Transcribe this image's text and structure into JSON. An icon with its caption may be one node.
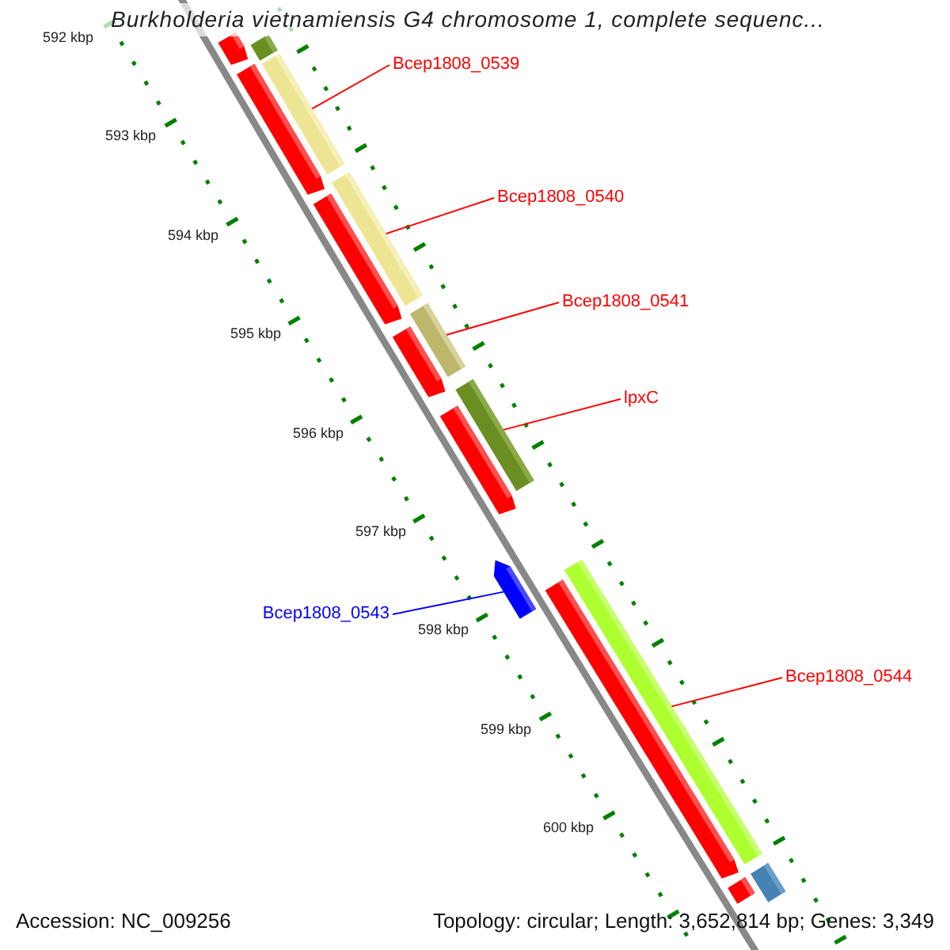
{
  "diagram": {
    "title": "Burkholderia vietnamiensis G4 chromosome 1, complete sequenc...",
    "nodes": [
      {
        "text": [
          "Bcep1808_0539"
        ]
      },
      {
        "text": [],
        "shape": "bar"
      },
      {
        "text": [
          "Bcep1808_0540"
        ]
      },
      {
        "text": [],
        "shape": "bar"
      },
      {
        "text": [
          "Bcep1808_0541"
        ]
      },
      {
        "text": [],
        "shape": "bar"
      },
      {
        "text": [
          "lpxC"
        ]
      },
      {
        "text": [],
        "shape": "bar"
      },
      {
        "text": [
          "Bcep1808_0543"
        ]
      },
      {
        "text": [],
        "shape": "arrow"
      },
      {
        "text": [
          "Bcep1808_0544"
        ]
      },
      {
        "text": [],
        "shape": "bar"
      },
      {
        "text": [],
        "shape": "bar"
      },
      {
        "text": [],
        "shape": "arrow"
      },
      {
        "text": [],
        "shape": "arrow"
      },
      {
        "text": [],
        "shape": "arrow"
      },
      {
        "text": [],
        "shape": "arrow"
      },
      {
        "text": [],
        "shape": "arrow"
      },
      {
        "text": [],
        "shape": "arrow"
      },
      {
        "text": [],
        "shape": "bar"
      },
      {
        "text": [],
        "shape": "bar"
      }
    ],
    "edges": [
      {
        "from": 0,
        "to": 1,
        "arrow": "none"
      },
      {
        "from": 2,
        "to": 3,
        "arrow": "none"
      },
      {
        "from": 4,
        "to": 5,
        "arrow": "none"
      },
      {
        "from": 6,
        "to": 7,
        "arrow": "none"
      },
      {
        "from": 8,
        "to": 9,
        "arrow": "none",
        "color": "#0000ff"
      },
      {
        "from": 10,
        "to": 11,
        "arrow": "none"
      }
    ],
    "labels": [
      "592 kbp",
      "593 kbp",
      "594 kbp",
      "595 kbp",
      "596 kbp",
      "597 kbp",
      "598 kbp",
      "599 kbp",
      "600 kbp",
      "Accession: NC_009256",
      "Topology: circular; Length: 3,652,814 bp; Genes: 3,349"
    ]
  }
}
